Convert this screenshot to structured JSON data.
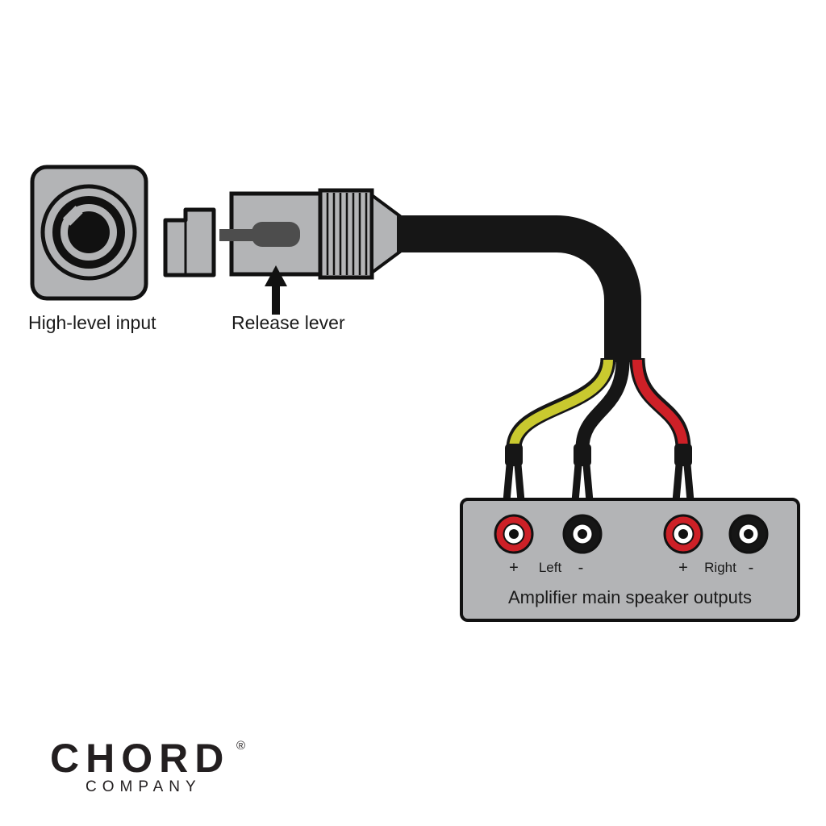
{
  "diagram": {
    "input_label": "High-level input",
    "lever_label": "Release lever",
    "panel_label": "Amplifier main speaker outputs",
    "terminals": {
      "left_plus": "+",
      "left_name": "Left",
      "left_minus": "-",
      "right_plus": "+",
      "right_name": "Right",
      "right_minus": "-"
    }
  },
  "brand": {
    "name": "CHORD",
    "mark": "®",
    "subtitle": "COMPANY"
  },
  "colors": {
    "wire_yellow": "#c9c92f",
    "wire_red": "#cd2027",
    "post_red": "#cd2027",
    "metal_gray": "#b3b4b6",
    "dark": "#161616"
  }
}
